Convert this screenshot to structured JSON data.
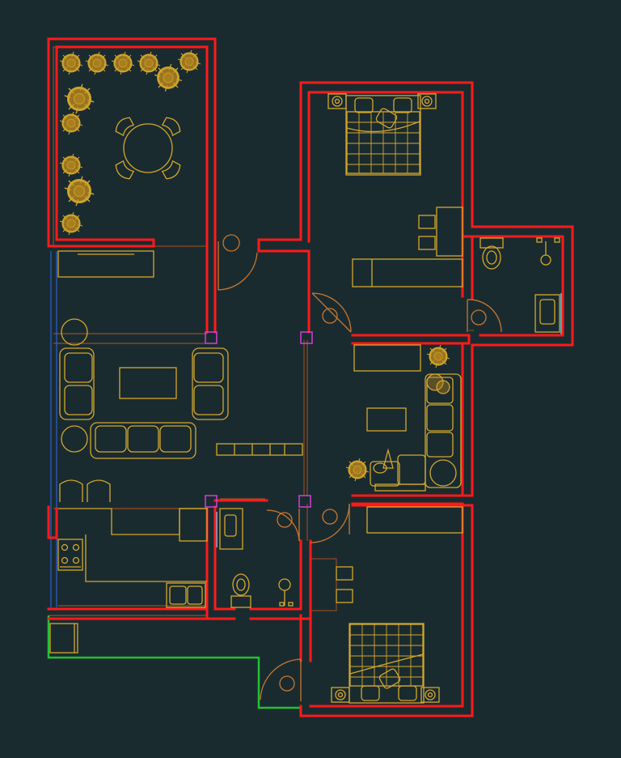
{
  "colors": {
    "background": "#1a2b30",
    "wall": "#ff1a1a",
    "furniture": "#d4a72c",
    "furniture_fill": "#b8861e",
    "door": "#c9762e",
    "thin_line": "#b8541e",
    "window_blue": "#2f5fd0",
    "window_cyan": "#5fd3ff",
    "column": "#d23fd2",
    "outline_green": "#22c232",
    "fixture_white": "#e8e0c8"
  },
  "rooms": [
    {
      "name": "balcony",
      "furniture": [
        "round-table",
        "chair",
        "chair",
        "chair",
        "chair",
        "potted-plant"
      ]
    },
    {
      "name": "living-room",
      "furniture": [
        "sofa-3-seat",
        "armchair",
        "armchair",
        "coffee-table",
        "side-table",
        "side-table",
        "tv-cabinet"
      ]
    },
    {
      "name": "kitchen",
      "furniture": [
        "counter",
        "cooktop",
        "sink",
        "dining-chair",
        "dining-chair"
      ]
    },
    {
      "name": "bedroom-1",
      "furniture": [
        "double-bed",
        "nightstand",
        "nightstand",
        "desk",
        "stool",
        "stool",
        "wardrobe"
      ]
    },
    {
      "name": "bathroom-1",
      "furniture": [
        "toilet",
        "shower",
        "floor-drain"
      ]
    },
    {
      "name": "study",
      "furniture": [
        "l-sofa",
        "coffee-table",
        "armchair",
        "plant",
        "cabinet"
      ]
    },
    {
      "name": "bathroom-2",
      "furniture": [
        "toilet",
        "shower",
        "washbasin"
      ]
    },
    {
      "name": "bedroom-2",
      "furniture": [
        "double-bed",
        "nightstand",
        "nightstand",
        "desk",
        "stool",
        "stool",
        "wardrobe"
      ]
    }
  ],
  "icons": [
    "door-swing-icon",
    "plant-icon",
    "bed-icon",
    "toilet-icon",
    "stove-icon",
    "sink-icon",
    "sofa-icon",
    "table-icon"
  ]
}
